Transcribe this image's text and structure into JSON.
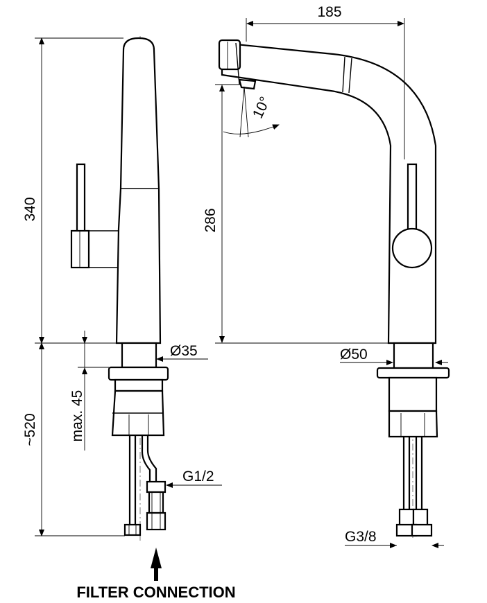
{
  "dimensions": {
    "total_height": "340",
    "spout_height": "286",
    "reach": "185",
    "angle": "10°",
    "under_length": "~520",
    "max_thickness": "max. 45",
    "base_diameter_left": "Ø35",
    "base_diameter_right": "Ø50",
    "thread_left": "G1/2",
    "thread_right": "G3/8"
  },
  "caption": "FILTER CONNECTION"
}
